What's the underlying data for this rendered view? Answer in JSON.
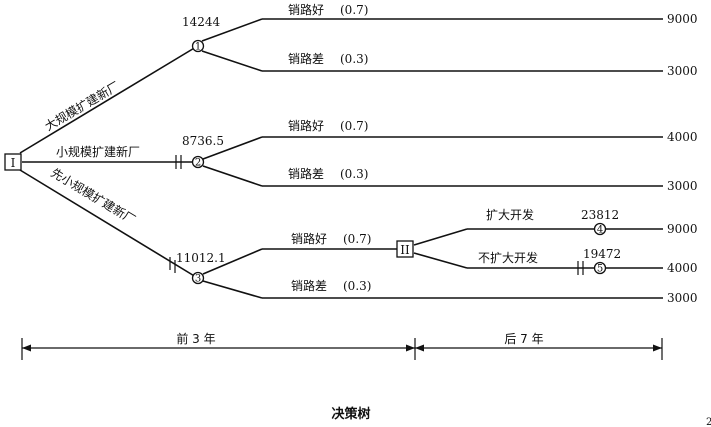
{
  "title": "决策树",
  "decision_nodes": {
    "main": "I",
    "secondary": "II"
  },
  "chance_nodes": {
    "n1": "1",
    "n2": "2",
    "n3": "3",
    "n4": "4",
    "n5": "5"
  },
  "alternatives": {
    "large": "大规模扩建新厂",
    "small": "小规模扩建新厂",
    "stage": "先小规模扩建新厂",
    "expand": "扩大开发",
    "no_expand": "不扩大开发"
  },
  "expected_values": {
    "n1": "14244",
    "n2": "8736.5",
    "n3": "11012.1",
    "n4": "23812",
    "n5": "19472"
  },
  "outcomes": {
    "good": "销路好",
    "bad": "销路差",
    "p_good": "(0.7)",
    "p_bad": "(0.3)"
  },
  "payoffs": {
    "large_good": "9000",
    "large_bad": "3000",
    "small_good": "4000",
    "small_bad": "3000",
    "expand": "9000",
    "no_expand": "4000",
    "stage_bad": "3000"
  },
  "timeline": {
    "first": "前 3 年",
    "second": "后 7 年"
  },
  "corner_mark": "2"
}
